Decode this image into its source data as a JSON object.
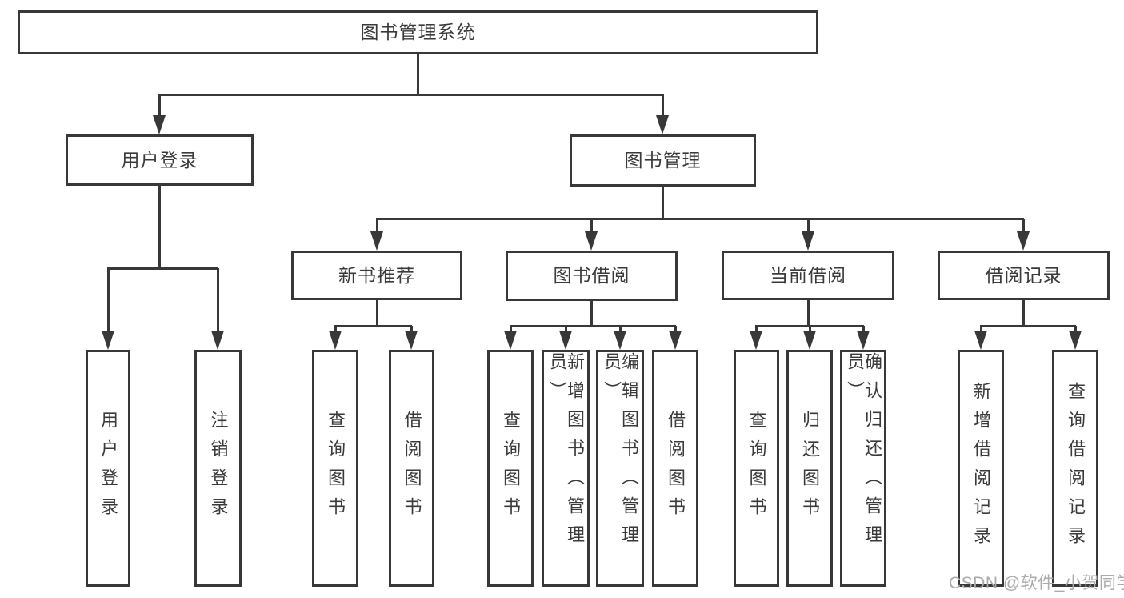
{
  "colors": {
    "line": "#383838",
    "text": "#3a3a3a",
    "box_fill": "#ffffff",
    "background": "#ffffff",
    "watermark_text": "#ababab"
  },
  "watermark": {
    "text": "CSDN @软件_小贺同学"
  },
  "diagram": {
    "type": "tree",
    "title": "图书管理系统",
    "nodes": [
      {
        "id": "library-system",
        "label": "图书管理系统",
        "parent": null
      },
      {
        "id": "user-login",
        "label": "用户登录",
        "parent": "library-system"
      },
      {
        "id": "book-management",
        "label": "图书管理",
        "parent": "library-system"
      },
      {
        "id": "login",
        "label": "用户登录",
        "parent": "user-login"
      },
      {
        "id": "logout",
        "label": "注销登录",
        "parent": "user-login"
      },
      {
        "id": "new-book-recommend",
        "label": "新书推荐",
        "parent": "book-management"
      },
      {
        "id": "book-borrowing",
        "label": "图书借阅",
        "parent": "book-management"
      },
      {
        "id": "current-borrowing",
        "label": "当前借阅",
        "parent": "book-management"
      },
      {
        "id": "borrowing-records",
        "label": "借阅记录",
        "parent": "book-management"
      },
      {
        "id": "recommend-query-books",
        "label": "查询图书",
        "parent": "new-book-recommend"
      },
      {
        "id": "recommend-borrow-books",
        "label": "借阅图书",
        "parent": "new-book-recommend"
      },
      {
        "id": "borrow-query-books",
        "label": "查询图书",
        "parent": "book-borrowing"
      },
      {
        "id": "borrow-add-books-admin",
        "label": "新增图书（管理员）",
        "parent": "book-borrowing"
      },
      {
        "id": "borrow-edit-books-admin",
        "label": "编辑图书（管理员）",
        "parent": "book-borrowing"
      },
      {
        "id": "borrow-borrow-books",
        "label": "借阅图书",
        "parent": "book-borrowing"
      },
      {
        "id": "current-query-books",
        "label": "查询图书",
        "parent": "current-borrowing"
      },
      {
        "id": "current-return-books",
        "label": "归还图书",
        "parent": "current-borrowing"
      },
      {
        "id": "current-confirm-return-admin",
        "label": "确认归还（管理员）",
        "parent": "current-borrowing"
      },
      {
        "id": "records-add-record",
        "label": "新增借阅记录",
        "parent": "borrowing-records"
      },
      {
        "id": "records-query-record",
        "label": "查询借阅记录",
        "parent": "borrowing-records"
      }
    ]
  }
}
